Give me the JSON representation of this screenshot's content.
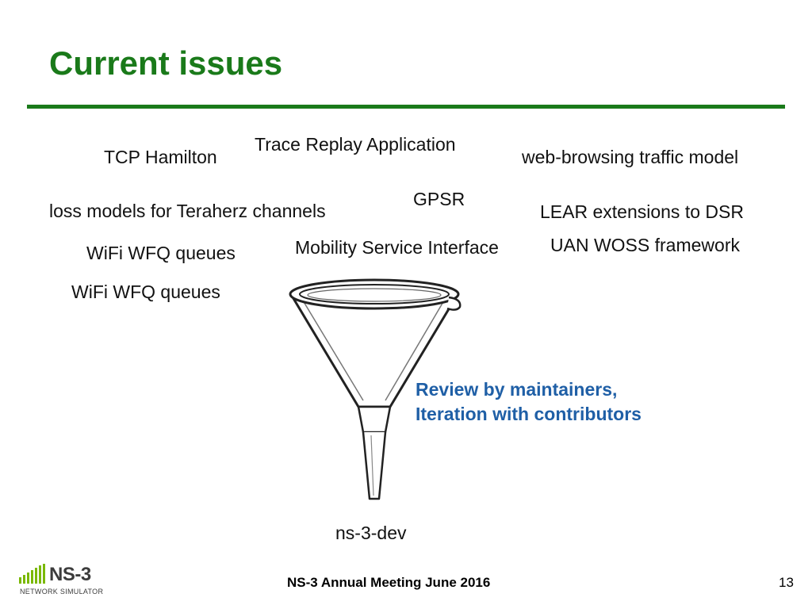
{
  "slide": {
    "title": "Current issues",
    "items": [
      {
        "id": "tcp-hamilton",
        "text": "TCP Hamilton"
      },
      {
        "id": "trace-replay",
        "text": "Trace Replay Application"
      },
      {
        "id": "web-browsing",
        "text": "web-browsing traffic model"
      },
      {
        "id": "gpsr",
        "text": "GPSR"
      },
      {
        "id": "loss-models",
        "text": "loss models for Teraherz channels"
      },
      {
        "id": "lear-dsr",
        "text": "LEAR extensions to DSR"
      },
      {
        "id": "wifi-wfq-1",
        "text": "WiFi WFQ queues"
      },
      {
        "id": "mobility-service",
        "text": "Mobility Service Interface"
      },
      {
        "id": "uan-woss",
        "text": "UAN WOSS framework"
      },
      {
        "id": "wifi-wfq-2",
        "text": "WiFi WFQ queues"
      }
    ],
    "callout": {
      "line1": "Review by maintainers,",
      "line2": "Iteration with contributors"
    },
    "output_label": "ns-3-dev"
  },
  "footer": {
    "logo_text": "NS-3",
    "logo_subtitle": "NETWORK SIMULATOR",
    "event": "NS-3 Annual Meeting June 2016",
    "page_number": "13"
  },
  "colors": {
    "title": "#1a7a1a",
    "callout": "#1f5fa6",
    "logo_bars": "#7ab800"
  }
}
